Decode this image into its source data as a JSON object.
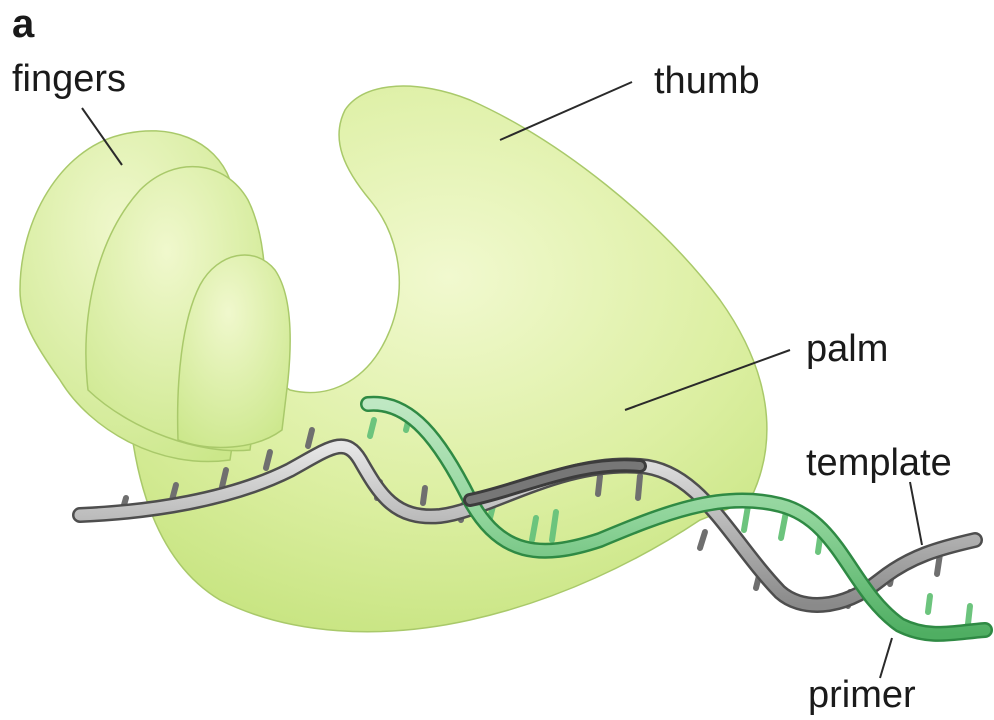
{
  "panel_label": "a",
  "labels": {
    "fingers": "fingers",
    "thumb": "thumb",
    "palm": "palm",
    "template": "template",
    "primer": "primer"
  },
  "colors": {
    "protein_light": "#eef7c6",
    "protein_mid": "#d7ef97",
    "protein_dark": "#bfe06d",
    "protein_outline": "#9bbf53",
    "template_strand": "#b5b5b5",
    "template_strand_dark": "#5a5a5a",
    "primer_strand": "#8fd49a",
    "primer_strand_dark": "#3f9f52",
    "base_gray": "#6f6f6f",
    "base_green": "#6cc47d"
  }
}
